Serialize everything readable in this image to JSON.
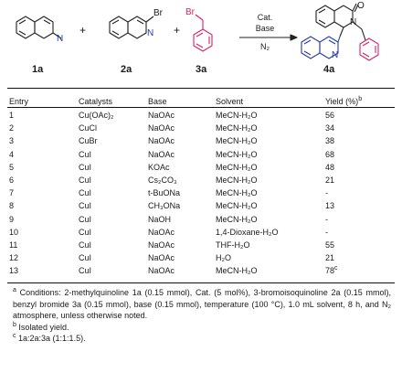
{
  "scheme": {
    "br_label_2a": "Br",
    "br_label_3a": "Br",
    "n_label_1a": "N",
    "n_label_2a": "N",
    "n_label_product": "N",
    "n_label_product_quinoline": "N",
    "o_label_product": "O",
    "compound_1a": "1a",
    "compound_2a": "2a",
    "compound_3a": "3a",
    "compound_4a": "4a",
    "plus": "+",
    "condition_cat": "Cat.",
    "condition_base": "Base",
    "condition_atmosphere": "N₂",
    "colors": {
      "bond": "#222222",
      "benzyl_red": "#d8226a",
      "quinoline_blue": "#2a3aa8"
    }
  },
  "table": {
    "headers": [
      "Entry",
      "Catalysts",
      "Base",
      "Solvent",
      "Yield (%)"
    ],
    "yield_header_sup": "b",
    "rows": [
      [
        "1",
        "Cu(OAc)₂",
        "NaOAc",
        "MeCN-H₂O",
        "56"
      ],
      [
        "2",
        "CuCl",
        "NaOAc",
        "MeCN-H₂O",
        "34"
      ],
      [
        "3",
        "CuBr",
        "NaOAc",
        "MeCN-H₂O",
        "38"
      ],
      [
        "4",
        "CuI",
        "NaOAc",
        "MeCN-H₂O",
        "68"
      ],
      [
        "5",
        "CuI",
        "KOAc",
        "MeCN-H₂O",
        "48"
      ],
      [
        "6",
        "CuI",
        "Cs₂CO₃",
        "MeCN-H₂O",
        "21"
      ],
      [
        "7",
        "CuI",
        "t-BuONa",
        "MeCN-H₂O",
        "-"
      ],
      [
        "8",
        "CuI",
        "CH₃ONa",
        "MeCN-H₂O",
        "13"
      ],
      [
        "9",
        "CuI",
        "NaOH",
        "MeCN-H₂O",
        "-"
      ],
      [
        "10",
        "CuI",
        "NaOAc",
        "1,4-Dioxane-H₂O",
        "-"
      ],
      [
        "11",
        "CuI",
        "NaOAc",
        "THF-H₂O",
        "55"
      ],
      [
        "12",
        "CuI",
        "NaOAc",
        "H₂O",
        "21"
      ],
      [
        "13",
        "CuI",
        "NaOAc",
        "MeCN-H₂O",
        "78"
      ]
    ],
    "last_yield_sup": "c"
  },
  "footnotes": {
    "a_mark": "a",
    "a_text": "Conditions: 2-methylquinoline 1a (0.15 mmol), Cat. (5 mol%), 3-bromoisoquinoline 2a (0.15 mmol), benzyl bromide 3a (0.15 mmol), base (0.15 mmol), temperature (100 °C), 1.0 mL solvent, 8 h, and N₂ atmosphere, unless otherwise noted.",
    "b_mark": "b",
    "b_text": "Isolated yield.",
    "c_mark": "c",
    "c_text": "1a:2a:3a (1:1:1.5)."
  }
}
